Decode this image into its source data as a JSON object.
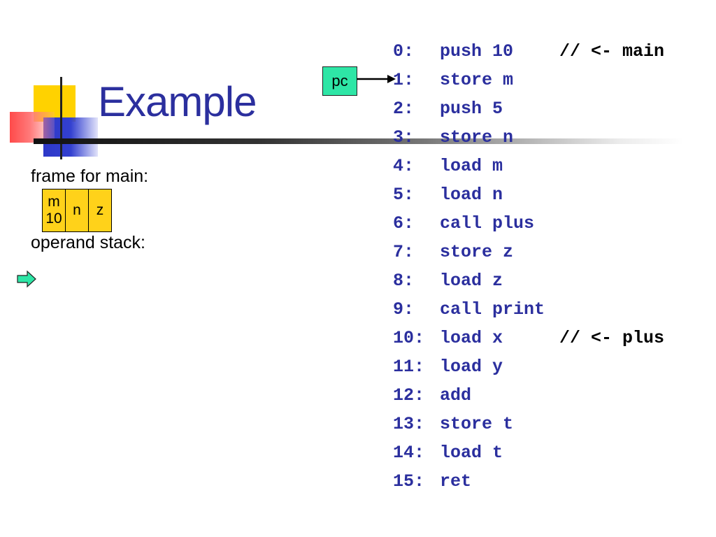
{
  "slide": {
    "title": "Example",
    "frame_label": "frame for main:",
    "stack_label": "operand stack:",
    "pc_label": "pc"
  },
  "frame_cells": [
    {
      "name": "m",
      "value": "10"
    },
    {
      "name": "n",
      "value": ""
    },
    {
      "name": "z",
      "value": ""
    }
  ],
  "code": [
    {
      "num": "0:",
      "instr": "push 10",
      "comment": "// <- main"
    },
    {
      "num": "1:",
      "instr": "store m",
      "comment": ""
    },
    {
      "num": "2:",
      "instr": "push 5",
      "comment": ""
    },
    {
      "num": "3:",
      "instr": "store n",
      "comment": ""
    },
    {
      "num": "4:",
      "instr": "load m",
      "comment": ""
    },
    {
      "num": "5:",
      "instr": "load n",
      "comment": ""
    },
    {
      "num": "6:",
      "instr": "call plus",
      "comment": ""
    },
    {
      "num": "7:",
      "instr": "store z",
      "comment": ""
    },
    {
      "num": "8:",
      "instr": "load z",
      "comment": ""
    },
    {
      "num": "9:",
      "instr": "call print",
      "comment": ""
    },
    {
      "num": "10:",
      "instr": "load x",
      "comment": "// <- plus"
    },
    {
      "num": "11:",
      "instr": "load y",
      "comment": ""
    },
    {
      "num": "12:",
      "instr": "add",
      "comment": ""
    },
    {
      "num": "13:",
      "instr": "store t",
      "comment": ""
    },
    {
      "num": "14:",
      "instr": "load t",
      "comment": ""
    },
    {
      "num": "15:",
      "instr": "ret",
      "comment": ""
    }
  ],
  "colors": {
    "title": "#2b2f9e",
    "code": "#2b2f9e",
    "frame_cell": "#ffd21a",
    "pc_box": "#2ee6a6",
    "stack_arrow": "#2ee6a6"
  },
  "icons": {
    "stack_pointer": "right-arrow-icon",
    "pc_pointer": "arrow-right-line-icon"
  }
}
